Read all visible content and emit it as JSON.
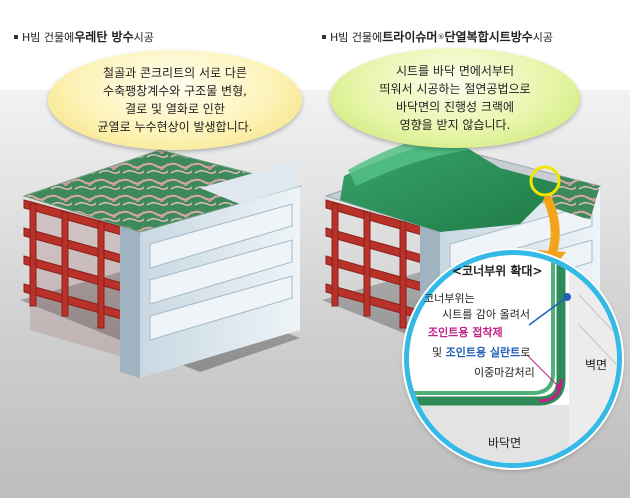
{
  "left_headline": {
    "prefix": "H빔 건물에 ",
    "strong": "우레탄 방수",
    "suffix": " 시공"
  },
  "right_headline": {
    "prefix": "H빔 건물에 ",
    "strong": "트라이슈머",
    "reg": "®",
    "strong2": " 단열복합시트방수",
    "suffix": " 시공"
  },
  "left_bubble": {
    "lines": [
      "철골과 콘크리트의 서로 다른",
      "수축팽창계수와 구조물 변형,",
      "결로 및 열화로 인한",
      "균열로 누수현상이 발생합니다."
    ]
  },
  "right_bubble": {
    "lines": [
      "시트를 바닥 면에서부터",
      "띄워서 시공하는 절연공법으로",
      "바닥면의 진행성 크랙에",
      "영향을 받지 않습니다."
    ]
  },
  "detail": {
    "title": "<코너부위 확대>",
    "line1": "코너부위는",
    "line2": "시트를 감아 올려서",
    "adhesive": "조인트용 접착제",
    "and": "및 ",
    "sealant": "조인트용 실란트",
    "suffix": "로",
    "line5": "이중마감처리",
    "wall_label": "벽면",
    "floor_label": "바닥면"
  },
  "colors": {
    "lens_border": "#35b9e6",
    "sheet_green": "#2e8b57",
    "beam_red": "#b8322a",
    "adhesive_magenta": "#c2218a",
    "sealant_blue": "#1f5fb7",
    "highlight_yellow": "#f2e600"
  }
}
